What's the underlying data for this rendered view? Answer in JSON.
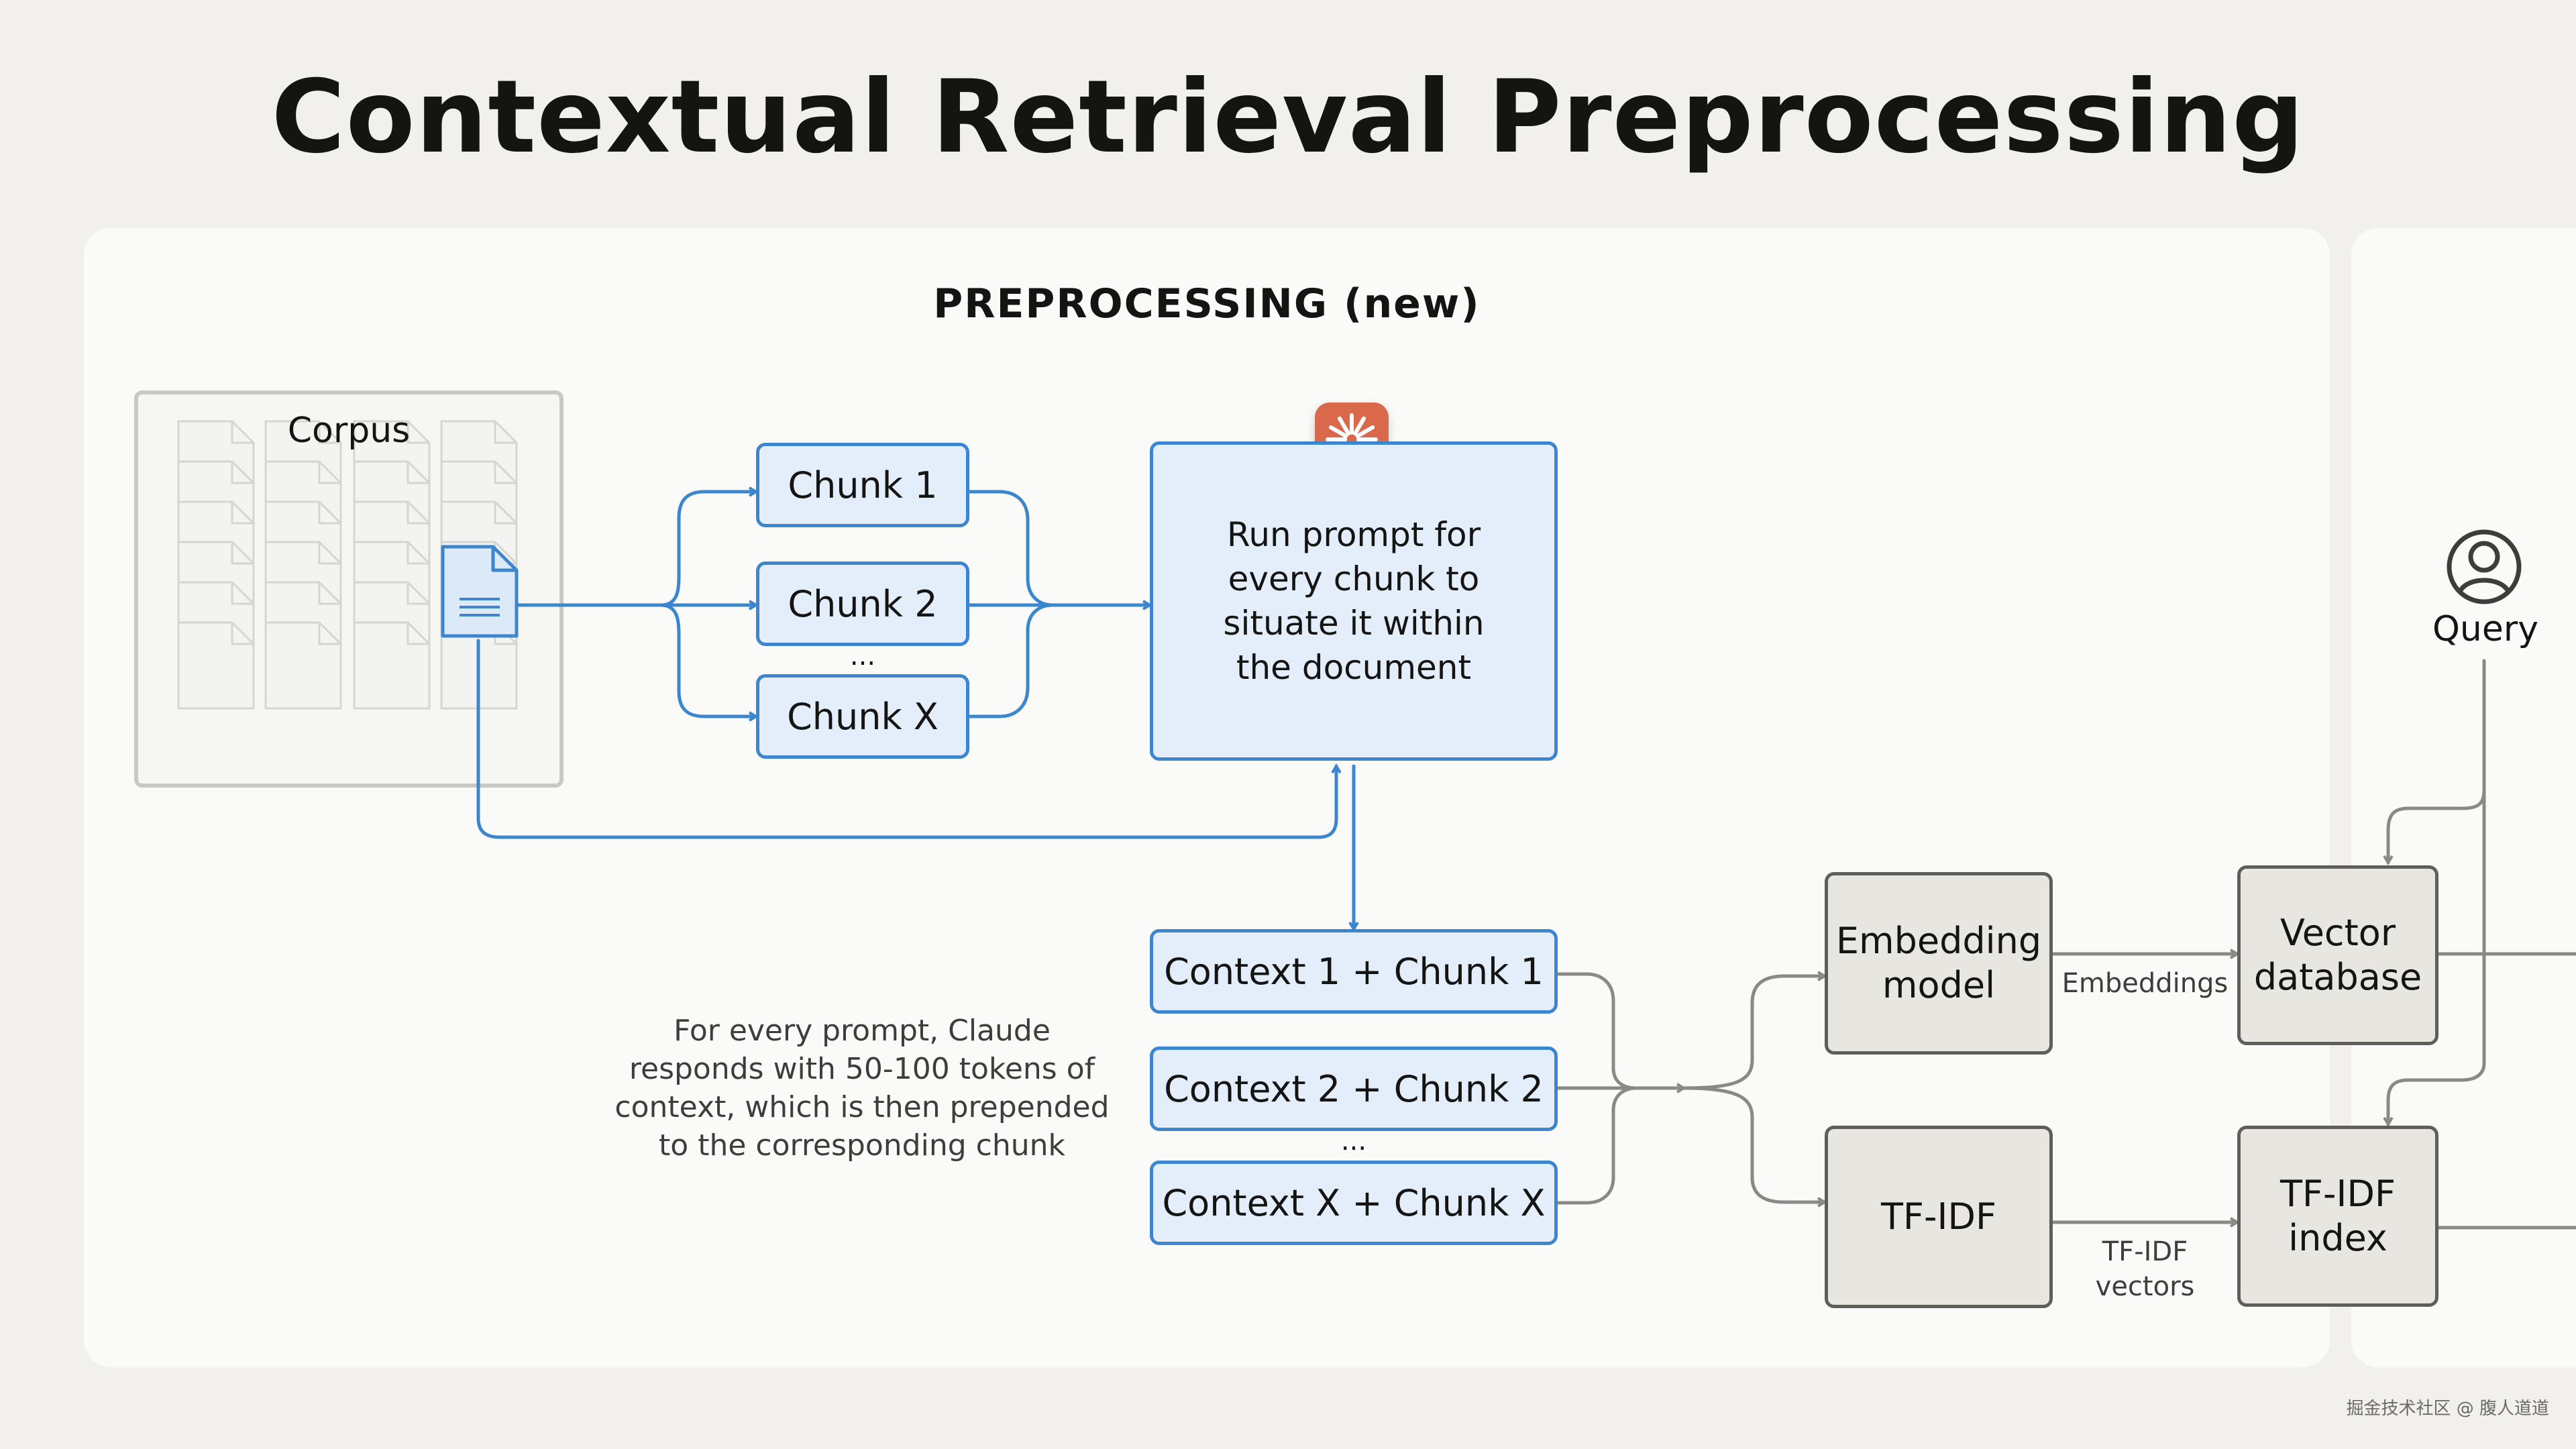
{
  "title": "Contextual Retrieval Preprocessing",
  "section_title": "PREPROCESSING (new)",
  "corpus_label": "Corpus",
  "chunks": [
    "Chunk 1",
    "Chunk 2",
    "Chunk X"
  ],
  "chunk_ellipsis": "...",
  "prompt_box": "Run prompt for\nevery chunk to\nsituate it within\nthe document",
  "contexts": [
    "Context 1 + Chunk 1",
    "Context 2 + Chunk 2",
    "Context X + Chunk X"
  ],
  "context_ellipsis": "...",
  "caption": "For every prompt, Claude\nresponds with 50-100 tokens of\ncontext, which is then prepended\nto the corresponding chunk",
  "embedding_model": "Embedding\nmodel",
  "tfidf": "TF-IDF",
  "embeddings_label": "Embeddings",
  "tfidf_vectors_label": "TF-IDF\nvectors",
  "vector_db": "Vector\ndatabase",
  "tfidf_index": "TF-IDF\nindex",
  "query_label": "Query",
  "watermark": "掘金技术社区 @ 腹人道道",
  "icons": [
    "document-icon",
    "claude-spark-icon",
    "user-icon"
  ],
  "colors": {
    "accent_blue": "#3c85cf",
    "box_blue_fill": "#e4eefb",
    "gray_stroke": "#5f5e5a",
    "gray_fill": "#e8e6e0",
    "claude_orange": "#d9694a",
    "connector_gray": "#8a8985"
  }
}
